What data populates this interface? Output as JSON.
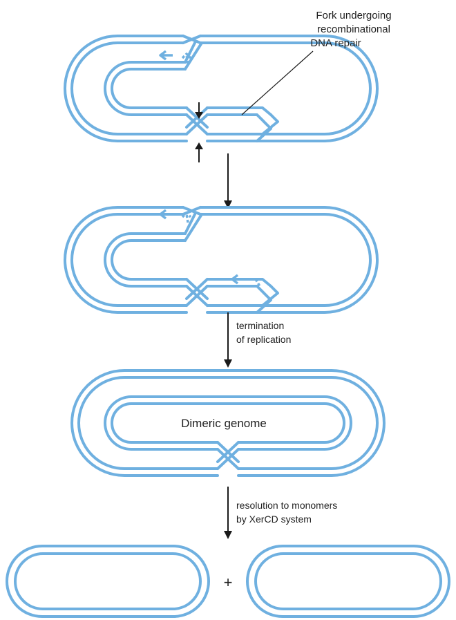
{
  "labels": {
    "fork_line1": "Fork undergoing",
    "fork_line2": "recombinational",
    "fork_line3": "DNA repair",
    "termination_line1": "termination",
    "termination_line2": "of replication",
    "dimeric": "Dimeric genome",
    "resolution_line1": "resolution to monomers",
    "resolution_line2": "by XerCD system",
    "plus": "+"
  },
  "colors": {
    "dna": "#6fb0e0",
    "arrow": "#1a1a1a",
    "text": "#1f1f1f"
  }
}
